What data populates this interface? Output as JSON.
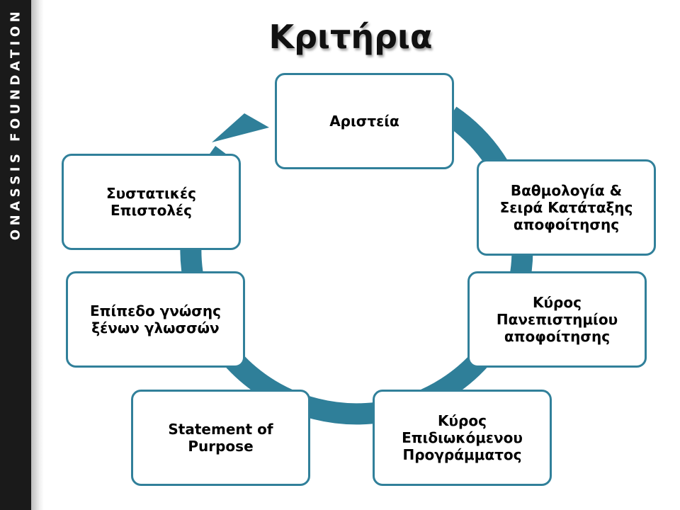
{
  "sidebar": {
    "brand": "ONASSIS FOUNDATION"
  },
  "title": "Κριτήρια",
  "colors": {
    "accent": "#31809a",
    "arrow": "#2f7f99",
    "sidebar": "#1a1a1a",
    "text": "#000000"
  },
  "cycle": {
    "nodes": [
      {
        "id": "excellence",
        "label": "Αριστεία"
      },
      {
        "id": "grades",
        "label": "Βαθμολογία &\nΣειρά Κατάταξης\nαποφοίτησης"
      },
      {
        "id": "university",
        "label": "Κύρος\nΠανεπιστημίου\nαποφοίτησης"
      },
      {
        "id": "program",
        "label": "Κύρος\nΕπιδιωκόμενου\nΠρογράμματος"
      },
      {
        "id": "statement",
        "label": "Statement of\nPurpose"
      },
      {
        "id": "languages",
        "label": "Επίπεδο γνώσης\nξένων γλωσσών"
      },
      {
        "id": "references",
        "label": "Συστατικές\nΕπιστολές"
      }
    ]
  }
}
